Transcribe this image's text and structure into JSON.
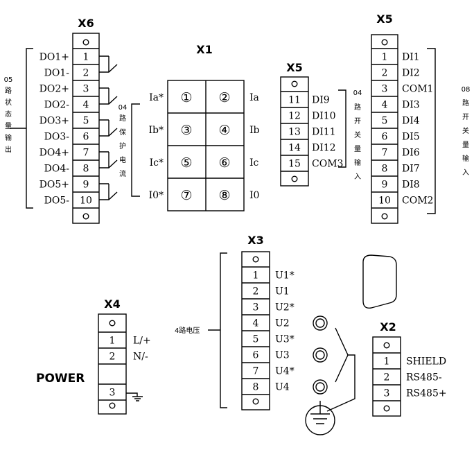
{
  "x6": {
    "header": "X6",
    "terminals": [
      "1",
      "2",
      "3",
      "4",
      "5",
      "6",
      "7",
      "8",
      "9",
      "10"
    ],
    "labels": [
      "DO1+",
      "DO1-",
      "DO2+",
      "DO2-",
      "DO3+",
      "DO3-",
      "DO4+",
      "DO4-",
      "DO5+",
      "DO5-"
    ],
    "side_number": "05",
    "side_text": [
      "路",
      "状",
      "态",
      "量",
      "输",
      "出"
    ]
  },
  "x1": {
    "header": "X1",
    "cells": [
      "①",
      "②",
      "③",
      "④",
      "⑤",
      "⑥",
      "⑦",
      "⑧"
    ],
    "left_labels": [
      "Ia*",
      "Ib*",
      "Ic*",
      "I0*"
    ],
    "right_labels": [
      "Ia",
      "Ib",
      "Ic",
      "I0"
    ],
    "side_number": "04",
    "side_text": [
      "路",
      "保",
      "护",
      "电",
      "流"
    ]
  },
  "x5a": {
    "header": "X5",
    "terminals": [
      "11",
      "12",
      "13",
      "14",
      "15"
    ],
    "labels": [
      "DI9",
      "DI10",
      "DI11",
      "DI12",
      "COM3"
    ],
    "side_number": "04",
    "side_text": [
      "路",
      "开",
      "关",
      "量",
      "输",
      "入"
    ]
  },
  "x5b": {
    "header": "X5",
    "terminals": [
      "1",
      "2",
      "3",
      "4",
      "5",
      "6",
      "7",
      "8",
      "9",
      "10"
    ],
    "labels": [
      "DI1",
      "DI2",
      "COM1",
      "DI3",
      "DI4",
      "DI5",
      "DI6",
      "DI7",
      "DI8",
      "COM2"
    ],
    "side_number": "08",
    "side_text": [
      "路",
      "开",
      "关",
      "量",
      "输",
      "入"
    ]
  },
  "x3": {
    "header": "X3",
    "terminals": [
      "1",
      "2",
      "3",
      "4",
      "5",
      "6",
      "7",
      "8"
    ],
    "labels": [
      "U1*",
      "U1",
      "U2*",
      "U2",
      "U3*",
      "U3",
      "U4*",
      "U4"
    ],
    "side_text": "4路电压"
  },
  "x4": {
    "header": "X4",
    "terminals": [
      "1",
      "2",
      "",
      "3"
    ],
    "labels": [
      "L/+",
      "N/-",
      "",
      ""
    ]
  },
  "x2": {
    "header": "X2",
    "terminals": [
      "1",
      "2",
      "3"
    ],
    "labels": [
      "SHIELD",
      "RS485-",
      "RS485+"
    ]
  },
  "power_label": "POWER"
}
